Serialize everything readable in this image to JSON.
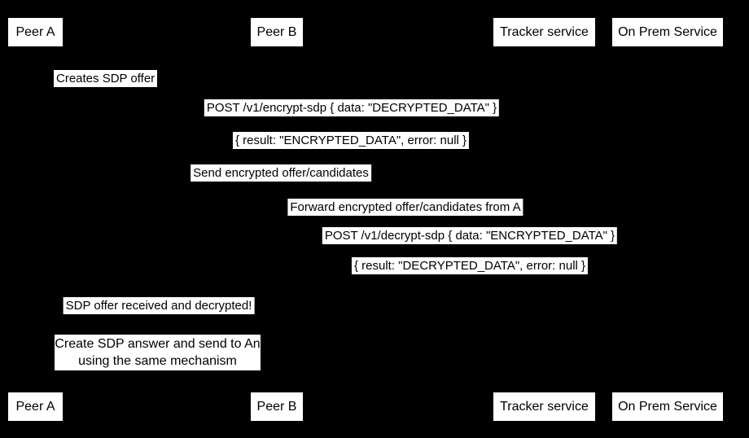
{
  "diagram": {
    "type": "sequence-diagram",
    "background_color": "#000000",
    "box_fill_color": "#ffffff",
    "box_text_color": "#000000",
    "lifelines_visible": false
  },
  "actors": [
    {
      "label": "Peer A"
    },
    {
      "label": "Peer B"
    },
    {
      "label": "Tracker service"
    },
    {
      "label": "On Prem Service"
    }
  ],
  "messages": [
    {
      "text": "Creates SDP offer"
    },
    {
      "text": "POST /v1/encrypt-sdp { data: \"DECRYPTED_DATA\" }"
    },
    {
      "text": "{ result: \"ENCRYPTED_DATA\", error: null }"
    },
    {
      "text": "Send encrypted offer/candidates"
    },
    {
      "text": "Forward encrypted offer/candidates from A"
    },
    {
      "text": "POST /v1/decrypt-sdp { data: \"ENCRYPTED_DATA\" }"
    },
    {
      "text": "{ result: \"DECRYPTED_DATA\", error: null }"
    },
    {
      "text": "SDP offer received and decrypted!"
    }
  ],
  "note": {
    "line1": "Create SDP answer and send to An",
    "line2": "using the same mechanism"
  }
}
